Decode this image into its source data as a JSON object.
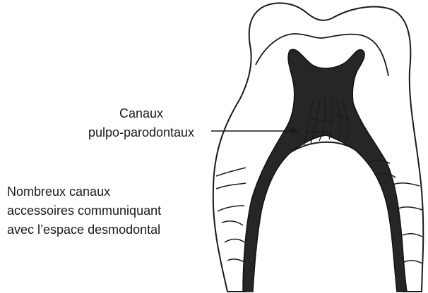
{
  "labels": {
    "pulpo_parodontaux": [
      "Canaux",
      "pulpo-parodontaux"
    ],
    "accessory_canals": [
      "Nombreux canaux",
      "accessoires communiquant",
      "avec l’espace desmodontal"
    ]
  },
  "colors": {
    "ink": "#1a1a1a",
    "pulp": "#262626",
    "background": "#ffffff"
  }
}
